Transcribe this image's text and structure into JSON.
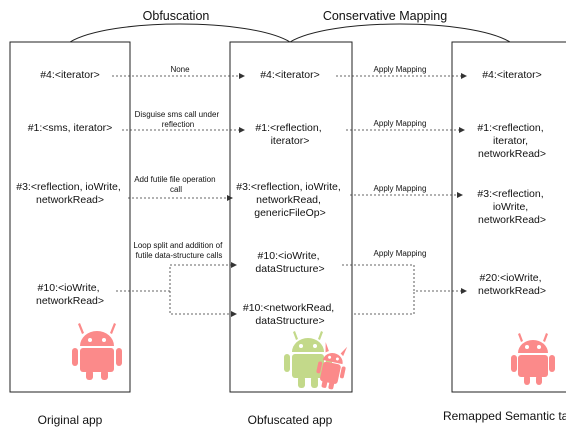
{
  "headers": {
    "left": "Obfuscation",
    "right": "Conservative Mapping"
  },
  "columns": {
    "original": {
      "caption": "Original app",
      "items": [
        {
          "id": "o4",
          "lines": [
            "#4:<iterator>"
          ]
        },
        {
          "id": "o1",
          "lines": [
            "#1:<sms, iterator>"
          ]
        },
        {
          "id": "o3",
          "lines": [
            "#3:<reflection, ioWrite,",
            "networkRead>"
          ]
        },
        {
          "id": "o10",
          "lines": [
            "#10:<ioWrite,",
            "networkRead>"
          ]
        }
      ]
    },
    "obfuscated": {
      "caption": "Obfuscated app",
      "items": [
        {
          "id": "b4",
          "lines": [
            "#4:<iterator>"
          ]
        },
        {
          "id": "b1",
          "lines": [
            "#1:<reflection,",
            "iterator>"
          ]
        },
        {
          "id": "b3",
          "lines": [
            "#3:<reflection, ioWrite,",
            "networkRead,",
            "genericFileOp>"
          ]
        },
        {
          "id": "b10a",
          "lines": [
            "#10:<ioWrite,",
            "dataStructure>"
          ]
        },
        {
          "id": "b10b",
          "lines": [
            "#10:<networkRead,",
            "dataStructure>"
          ]
        }
      ]
    },
    "remapped": {
      "caption": "Remapped Semantic tags",
      "items": [
        {
          "id": "r4",
          "lines": [
            "#4:<iterator>"
          ]
        },
        {
          "id": "r1",
          "lines": [
            "#1:<reflection,",
            "iterator,",
            "networkRead>"
          ]
        },
        {
          "id": "r3",
          "lines": [
            "#3:<reflection,",
            "ioWrite,",
            "networkRead>"
          ]
        },
        {
          "id": "r20",
          "lines": [
            "#20:<ioWrite,",
            "networkRead>"
          ]
        }
      ]
    }
  },
  "transforms": {
    "t4": {
      "lines": [
        "None"
      ]
    },
    "t1": {
      "lines": [
        "Disguise sms call under",
        "reflection"
      ]
    },
    "t3": {
      "lines": [
        "Add futile file operation",
        "call"
      ]
    },
    "t10": {
      "lines": [
        "Loop split and addition of",
        "futile  data-structure calls"
      ]
    }
  },
  "mappings": {
    "m4": {
      "lines": [
        "Apply Mapping"
      ]
    },
    "m1": {
      "lines": [
        "Apply Mapping"
      ]
    },
    "m3": {
      "lines": [
        "Apply Mapping"
      ]
    },
    "m10": {
      "lines": [
        "Apply Mapping"
      ]
    }
  },
  "colors": {
    "android_red": "#fb8a8a",
    "android_green": "#c3d98a",
    "box_border": "#222222",
    "arrow": "#333333"
  },
  "icons": [
    "android-robot-icon-red",
    "android-robot-icon-green",
    "android-devil-icon-red"
  ]
}
